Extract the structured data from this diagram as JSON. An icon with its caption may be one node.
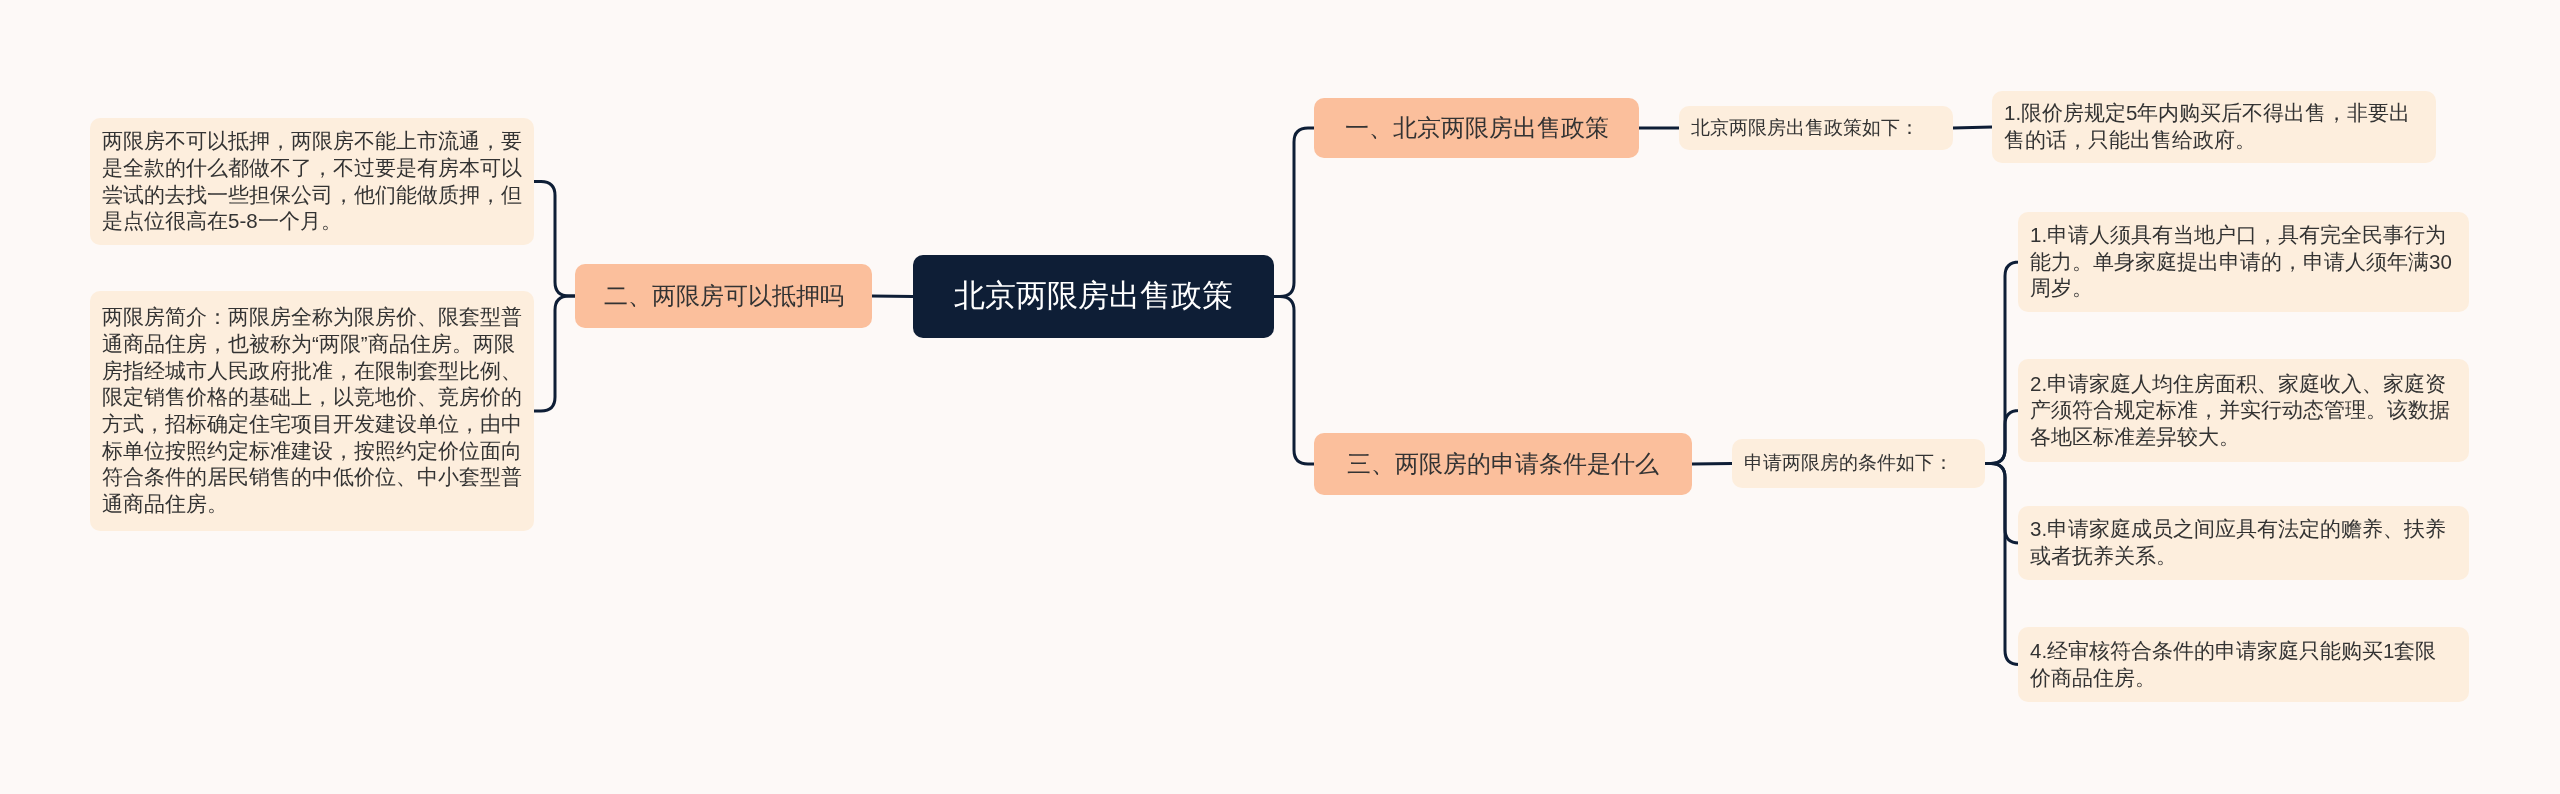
{
  "diagram": {
    "nodes": [
      {
        "text": [
          "北京两限房出售政策"
        ]
      },
      {
        "text": [
          "一、北京两限房出售政策"
        ]
      },
      {
        "text": [
          "北京两限房出售政策如下："
        ]
      },
      {
        "text": [
          "1.限价房规定5年内购买后不得出售，非要出售的话，只能出售给政府。"
        ]
      },
      {
        "text": [
          "三、两限房的申请条件是什么"
        ]
      },
      {
        "text": [
          "申请两限房的条件如下："
        ]
      },
      {
        "text": [
          "1.申请人须具有当地户口，具有完全民事行为能力。单身家庭提出申请的，申请人须年满30周岁。"
        ]
      },
      {
        "text": [
          "2.申请家庭人均住房面积、家庭收入、家庭资产须符合规定标准，并实行动态管理。该数据各地区标准差异较大。"
        ]
      },
      {
        "text": [
          "3.申请家庭成员之间应具有法定的赡养、扶养或者抚养关系。"
        ]
      },
      {
        "text": [
          "4.经审核符合条件的申请家庭只能购买1套限价商品住房。"
        ]
      },
      {
        "text": [
          "二、两限房可以抵押吗"
        ]
      },
      {
        "text": [
          "两限房不可以抵押，两限房不能上市流通，要是全款的什么都做不了，不过要是有房本可以尝试的去找一些担保公司，他们能做质押，但是点位很高在5-8一个月。"
        ]
      },
      {
        "text": [
          "两限房简介：两限房全称为限房价、限套型普通商品住房，也被称为“两限”商品住房。两限房指经城市人民政府批准，在限制套型比例、限定销售价格的基础上，以竞地价、竞房价的方式，招标确定住宅项目开发建设单位，由中标单位按照约定标准建设，按照约定价位面向符合条件的居民销售的中低价位、中小套型普通商品住房。"
        ]
      }
    ],
    "edges": [
      {
        "from": 0,
        "to": 1,
        "arrow": "none"
      },
      {
        "from": 1,
        "to": 2,
        "arrow": "none"
      },
      {
        "from": 2,
        "to": 3,
        "arrow": "none"
      },
      {
        "from": 0,
        "to": 4,
        "arrow": "none"
      },
      {
        "from": 4,
        "to": 5,
        "arrow": "none"
      },
      {
        "from": 5,
        "to": 6,
        "arrow": "none"
      },
      {
        "from": 5,
        "to": 7,
        "arrow": "none"
      },
      {
        "from": 5,
        "to": 8,
        "arrow": "none"
      },
      {
        "from": 5,
        "to": 9,
        "arrow": "none"
      },
      {
        "from": 0,
        "to": 10,
        "arrow": "none"
      },
      {
        "from": 10,
        "to": 11,
        "arrow": "none"
      },
      {
        "from": 10,
        "to": 12,
        "arrow": "none"
      }
    ]
  }
}
